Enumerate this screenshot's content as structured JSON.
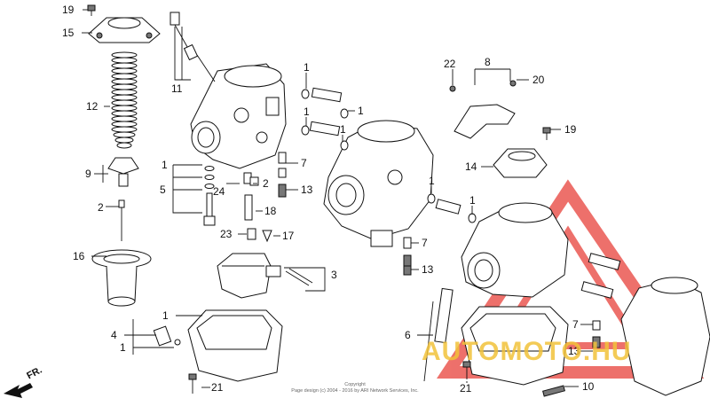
{
  "diagram": {
    "callouts": [
      {
        "id": "c-19a",
        "text": "19"
      },
      {
        "id": "c-15",
        "text": "15"
      },
      {
        "id": "c-12",
        "text": "12"
      },
      {
        "id": "c-9",
        "text": "9"
      },
      {
        "id": "c-2a",
        "text": "2"
      },
      {
        "id": "c-16",
        "text": "16"
      },
      {
        "id": "c-11",
        "text": "11"
      },
      {
        "id": "c-1a",
        "text": "1"
      },
      {
        "id": "c-5",
        "text": "5"
      },
      {
        "id": "c-24",
        "text": "24"
      },
      {
        "id": "c-2b",
        "text": "2"
      },
      {
        "id": "c-18",
        "text": "18"
      },
      {
        "id": "c-23",
        "text": "23"
      },
      {
        "id": "c-17",
        "text": "17"
      },
      {
        "id": "c-7a",
        "text": "7"
      },
      {
        "id": "c-13a",
        "text": "13"
      },
      {
        "id": "c-1b",
        "text": "1"
      },
      {
        "id": "c-1c",
        "text": "1"
      },
      {
        "id": "c-1d",
        "text": "1"
      },
      {
        "id": "c-1e",
        "text": "1"
      },
      {
        "id": "c-1f",
        "text": "1"
      },
      {
        "id": "c-1g",
        "text": "1"
      },
      {
        "id": "c-8",
        "text": "8"
      },
      {
        "id": "c-22",
        "text": "22"
      },
      {
        "id": "c-20",
        "text": "20"
      },
      {
        "id": "c-19b",
        "text": "19"
      },
      {
        "id": "c-14",
        "text": "14"
      },
      {
        "id": "c-7b",
        "text": "7"
      },
      {
        "id": "c-13b",
        "text": "13"
      },
      {
        "id": "c-3",
        "text": "3"
      },
      {
        "id": "c-1h",
        "text": "1"
      },
      {
        "id": "c-4",
        "text": "4"
      },
      {
        "id": "c-1i",
        "text": "1"
      },
      {
        "id": "c-21a",
        "text": "21"
      },
      {
        "id": "c-6",
        "text": "6"
      },
      {
        "id": "c-21b",
        "text": "21"
      },
      {
        "id": "c-7c",
        "text": "7"
      },
      {
        "id": "c-13c",
        "text": "13"
      },
      {
        "id": "c-10",
        "text": "10"
      }
    ],
    "front_marker": "FR.",
    "copyright": "Copyright\nPage design (c) 2004 - 2016 by ARI Network Services, Inc.",
    "watermark": "AUTOMOTO.HU",
    "colors": {
      "ink": "#111111",
      "watermark_red": "#e8413a",
      "watermark_yellow": "#f2c23a"
    }
  }
}
